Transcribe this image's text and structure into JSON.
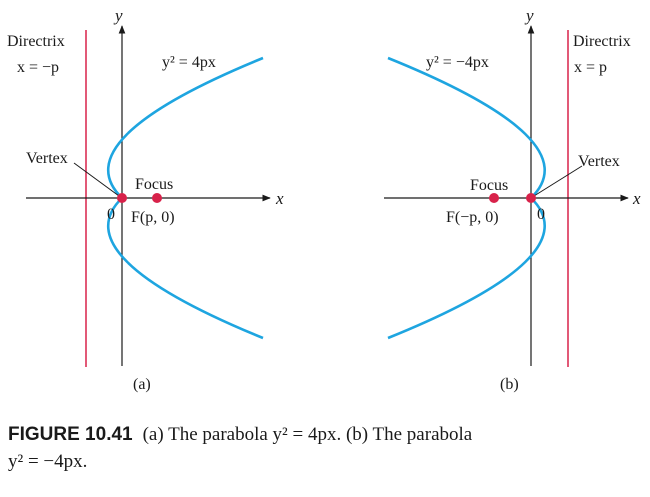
{
  "colors": {
    "curve": "#1ea5e0",
    "directrix": "#d8224a",
    "point": "#d8224a",
    "axis": "#1a1a1a"
  },
  "panel_a": {
    "y_axis_label": "y",
    "x_axis_label": "x",
    "directrix_title": "Directrix",
    "directrix_eq": "x = −p",
    "curve_eq": "y² = 4px",
    "vertex_label": "Vertex",
    "focus_label": "Focus",
    "origin_label": "0",
    "focus_coord": "F(p, 0)",
    "panel_label": "(a)"
  },
  "panel_b": {
    "y_axis_label": "y",
    "x_axis_label": "x",
    "directrix_title": "Directrix",
    "directrix_eq": "x = p",
    "curve_eq": "y² = −4px",
    "vertex_label": "Vertex",
    "focus_label": "Focus",
    "origin_label": "0",
    "focus_coord": "F(−p, 0)",
    "panel_label": "(b)"
  },
  "caption": {
    "figure_number": "FIGURE 10.41",
    "text_line1": "(a) The parabola y² = 4px. (b) The parabola",
    "text_line2": "y² = −4px."
  }
}
